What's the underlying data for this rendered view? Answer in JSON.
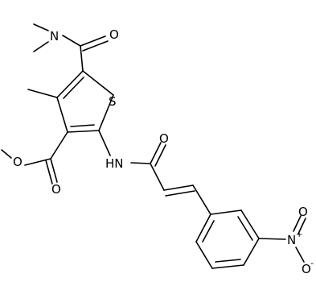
{
  "molecule": {
    "atoms": {
      "N_dimethylamino": "N",
      "O_amide_top": "O",
      "S_thiophene": "S",
      "N_amide_H": "HN",
      "O_acryl": "O",
      "O_ester_carbonyl": "O",
      "O_ester_methoxy": "O",
      "N_nitro": "N",
      "O_nitro_top": "O",
      "O_nitro_bottom": "O"
    },
    "charges": {
      "nitro_N": "+",
      "nitro_O": "-"
    }
  }
}
